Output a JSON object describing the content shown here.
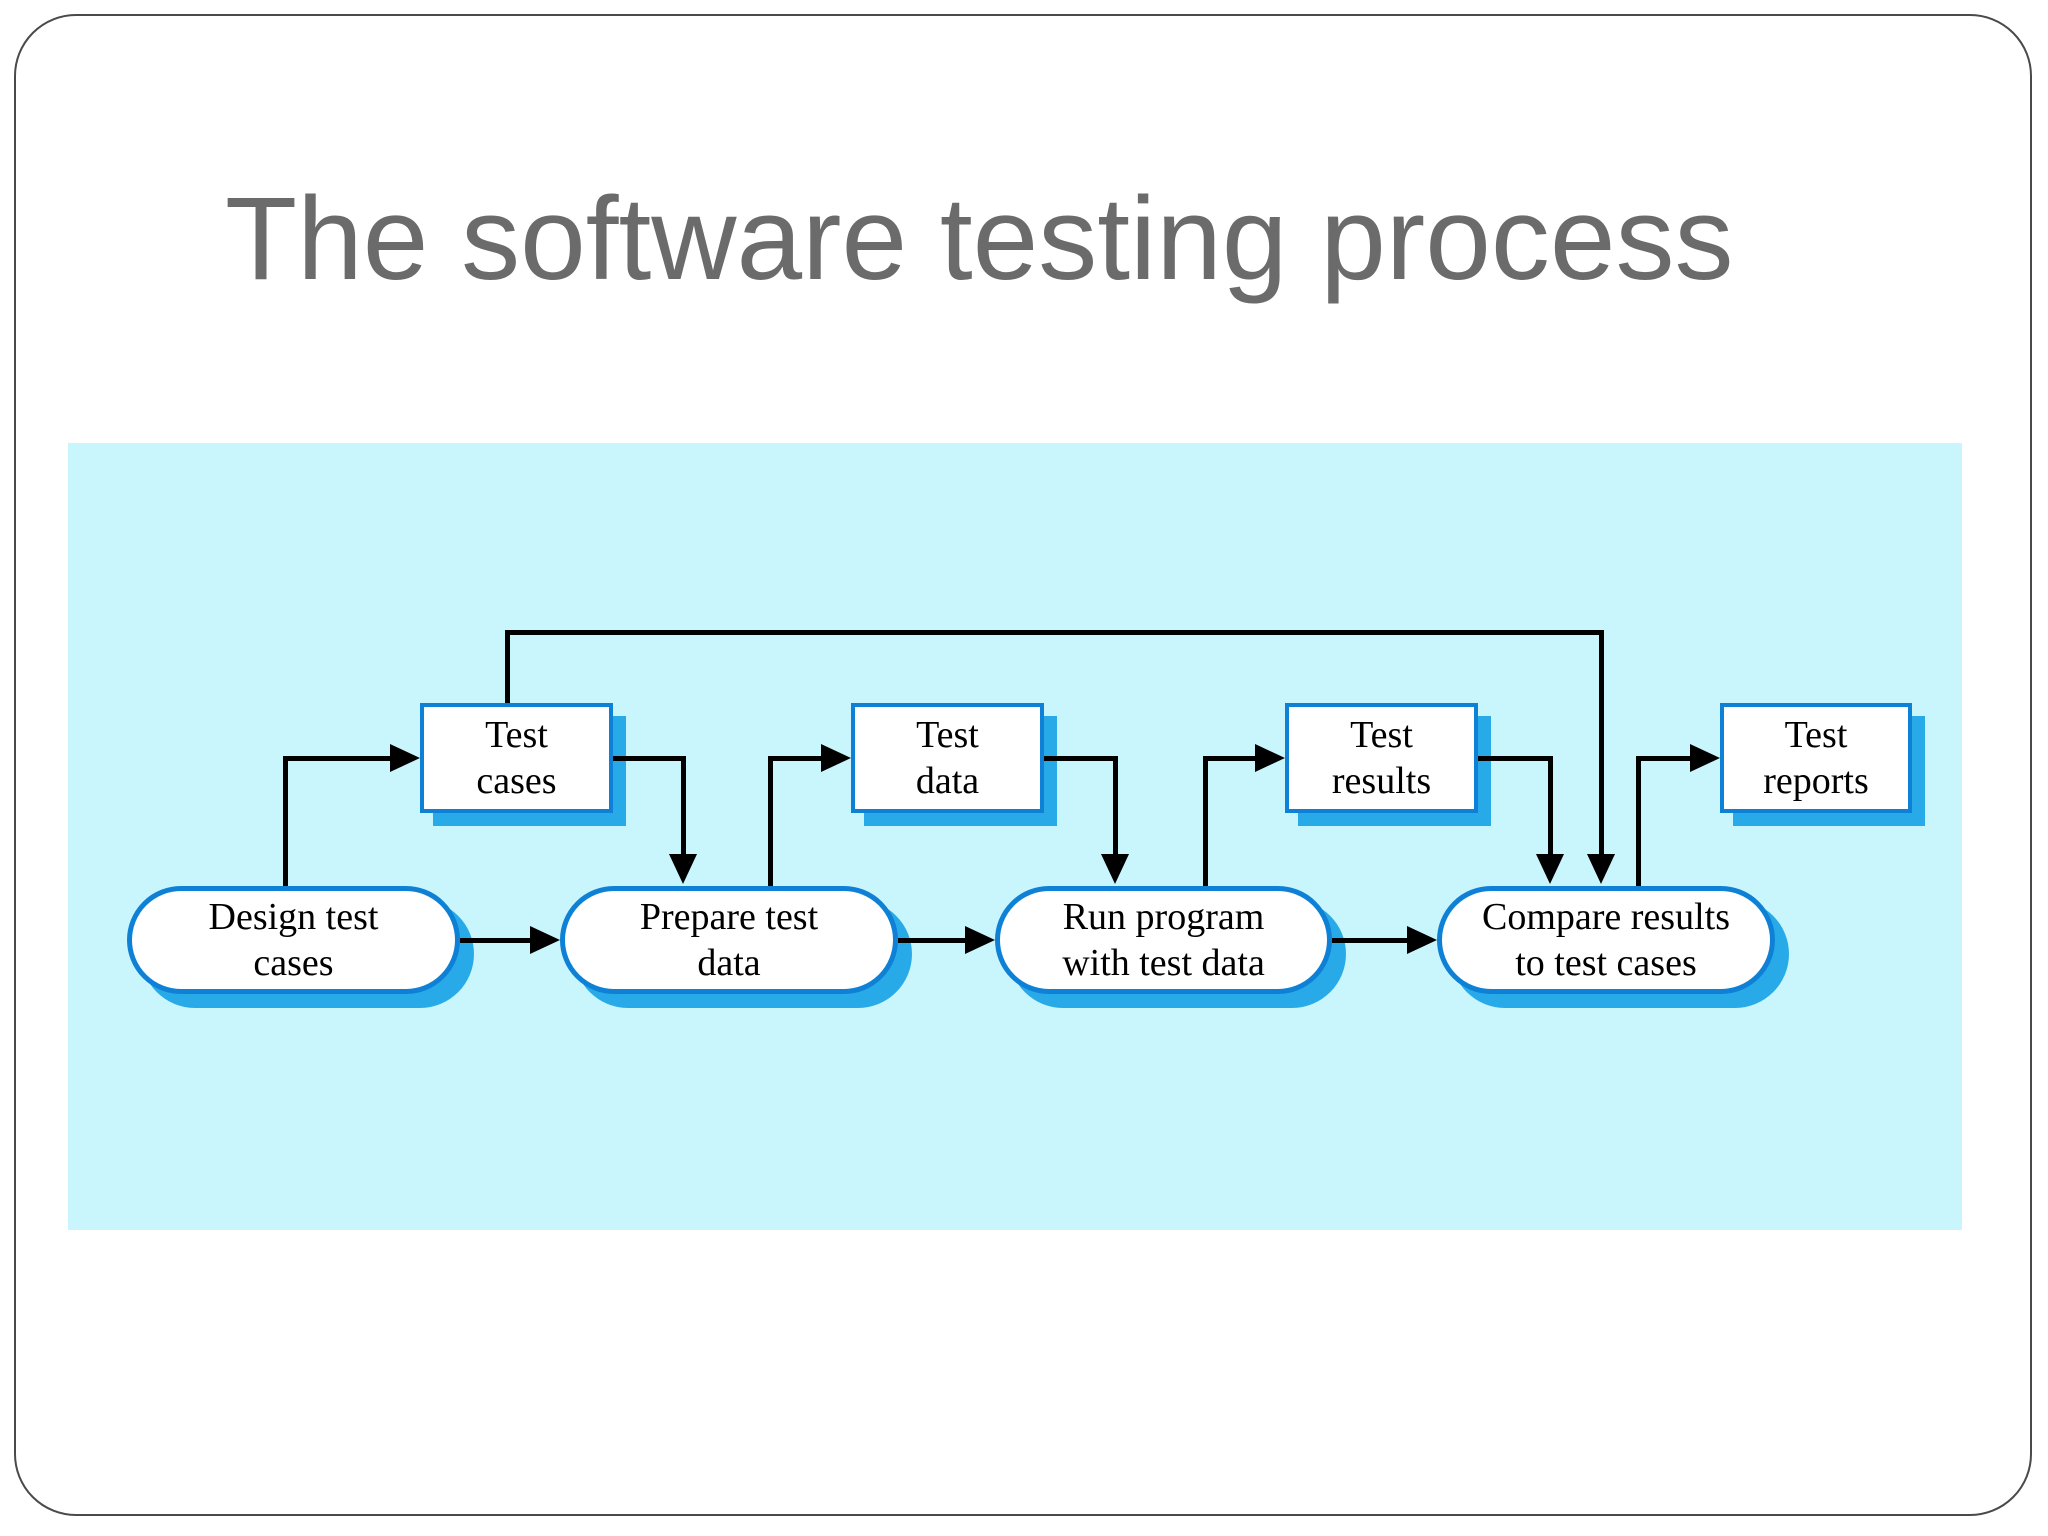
{
  "slide": {
    "title": "The software testing process",
    "colors": {
      "panel_background": "#c9f6fc",
      "shape_border_blue": "#0e81d6",
      "shape_shadow_blue": "#29aae8",
      "arrow_black": "#000000",
      "title_gray": "#6b6b6b"
    }
  },
  "diagram": {
    "artifacts": [
      {
        "id": "test-cases",
        "label": "Test\ncases"
      },
      {
        "id": "test-data",
        "label": "Test\ndata"
      },
      {
        "id": "test-results",
        "label": "Test\nresults"
      },
      {
        "id": "test-reports",
        "label": "Test\nreports"
      }
    ],
    "activities": [
      {
        "id": "design-test-cases",
        "label": "Design test\ncases"
      },
      {
        "id": "prepare-test-data",
        "label": "Prepare test\ndata"
      },
      {
        "id": "run-program",
        "label": "Run program\nwith test data"
      },
      {
        "id": "compare-results",
        "label": "Compare results\nto test cases"
      }
    ],
    "connections": [
      {
        "from": "Design test cases",
        "to": "Test cases"
      },
      {
        "from": "Test cases",
        "to": "Prepare test data"
      },
      {
        "from": "Design test cases",
        "to": "Prepare test data"
      },
      {
        "from": "Prepare test data",
        "to": "Test data"
      },
      {
        "from": "Test data",
        "to": "Run program with test data"
      },
      {
        "from": "Prepare test data",
        "to": "Run program with test data"
      },
      {
        "from": "Run program with test data",
        "to": "Test results"
      },
      {
        "from": "Test results",
        "to": "Compare results to test cases"
      },
      {
        "from": "Run program with test data",
        "to": "Compare results to test cases"
      },
      {
        "from": "Test cases",
        "to": "Compare results to test cases"
      },
      {
        "from": "Compare results to test cases",
        "to": "Test reports"
      }
    ]
  }
}
